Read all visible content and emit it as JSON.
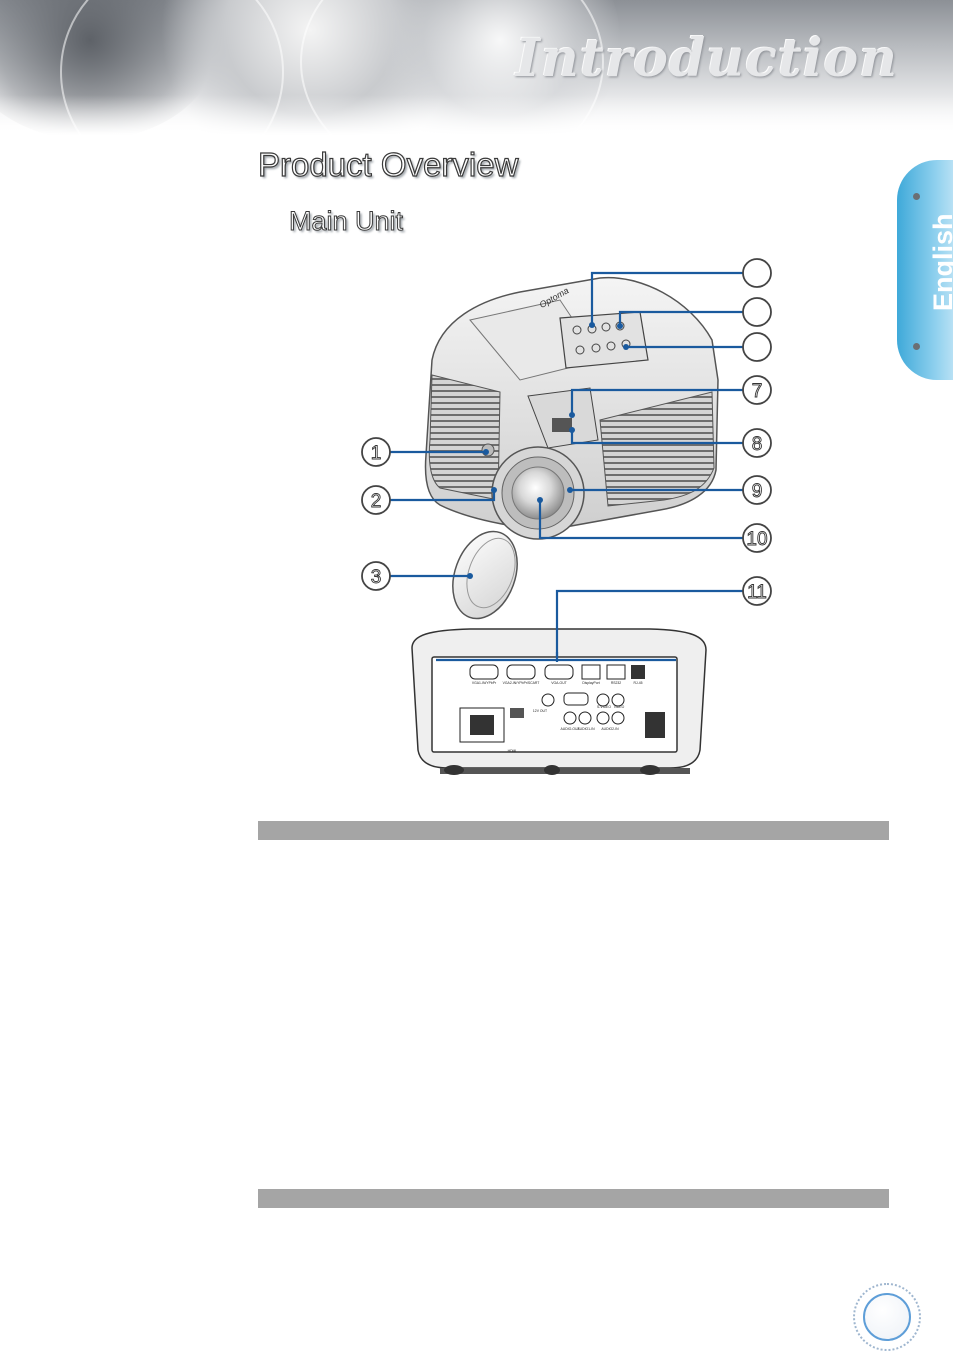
{
  "header": {
    "title": "Introduction"
  },
  "side_tab": {
    "language": "English"
  },
  "content": {
    "section_title": "Product Overview",
    "subsection_title": "Main Unit"
  },
  "figure": {
    "callouts": [
      "1",
      "2",
      "3",
      "",
      "",
      "",
      "7",
      "8",
      "9",
      "10",
      "11"
    ],
    "panel_labels": [
      "VGA1-IN/YPbPr",
      "VGA2-IN/YPbPr/SCART",
      "VGA-OUT",
      "DisplayPort",
      "RS232",
      "RJ-45",
      "HDMI",
      "AUDIO-OUT",
      "AUDIO1-IN",
      "S-VIDEO",
      "VIDEO",
      "12V OUT",
      "AUDIO2-IN"
    ]
  },
  "colors": {
    "callout_line": "#1a5a9e",
    "bar": "#a5a5a5",
    "accent": "#3fa9d9"
  }
}
